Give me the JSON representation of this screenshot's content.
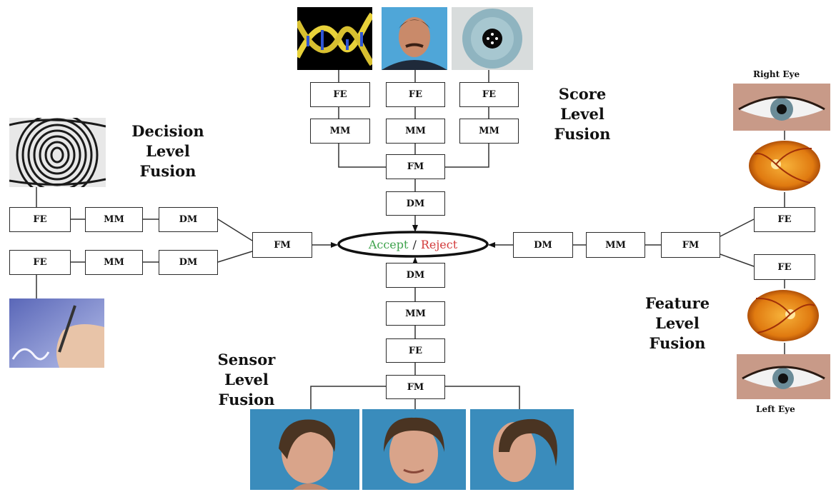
{
  "fusion_titles": {
    "decision": [
      "Decision",
      "Level",
      "Fusion"
    ],
    "score": [
      "Score",
      "Level",
      "Fusion"
    ],
    "feature": [
      "Feature",
      "Level",
      "Fusion"
    ],
    "sensor": [
      "Sensor",
      "Level",
      "Fusion"
    ]
  },
  "center": {
    "accept": "Accept",
    "separator": "/",
    "reject": "Reject",
    "accept_color": "#3fa34d",
    "reject_color": "#d33b3b"
  },
  "eye_labels": {
    "right": "Right Eye",
    "left": "Left Eye"
  },
  "boxes": {
    "decision": {
      "fe1": "FE",
      "mm1": "MM",
      "dm1": "DM",
      "fe2": "FE",
      "mm2": "MM",
      "dm2": "DM",
      "fm": "FM"
    },
    "score": {
      "fe1": "FE",
      "fe2": "FE",
      "fe3": "FE",
      "mm1": "MM",
      "mm2": "MM",
      "mm3": "MM",
      "fm": "FM",
      "dm": "DM"
    },
    "feature": {
      "fe1": "FE",
      "fe2": "FE",
      "fm": "FM",
      "mm": "MM",
      "dm": "DM"
    },
    "sensor": {
      "dm": "DM",
      "mm": "MM",
      "fe": "FE",
      "fm": "FM"
    }
  },
  "images": {
    "fingerprint": "fingerprint-image",
    "signature": "signature-image",
    "dna": "dna-image",
    "face_front": "face-photo-image",
    "iris": "iris-image",
    "right_eye": "right-eye-image",
    "retina": "retina-image",
    "left_eye": "left-eye-image",
    "sensor_faces": [
      "face-left-profile-image",
      "face-frontal-image",
      "face-right-profile-image"
    ]
  }
}
